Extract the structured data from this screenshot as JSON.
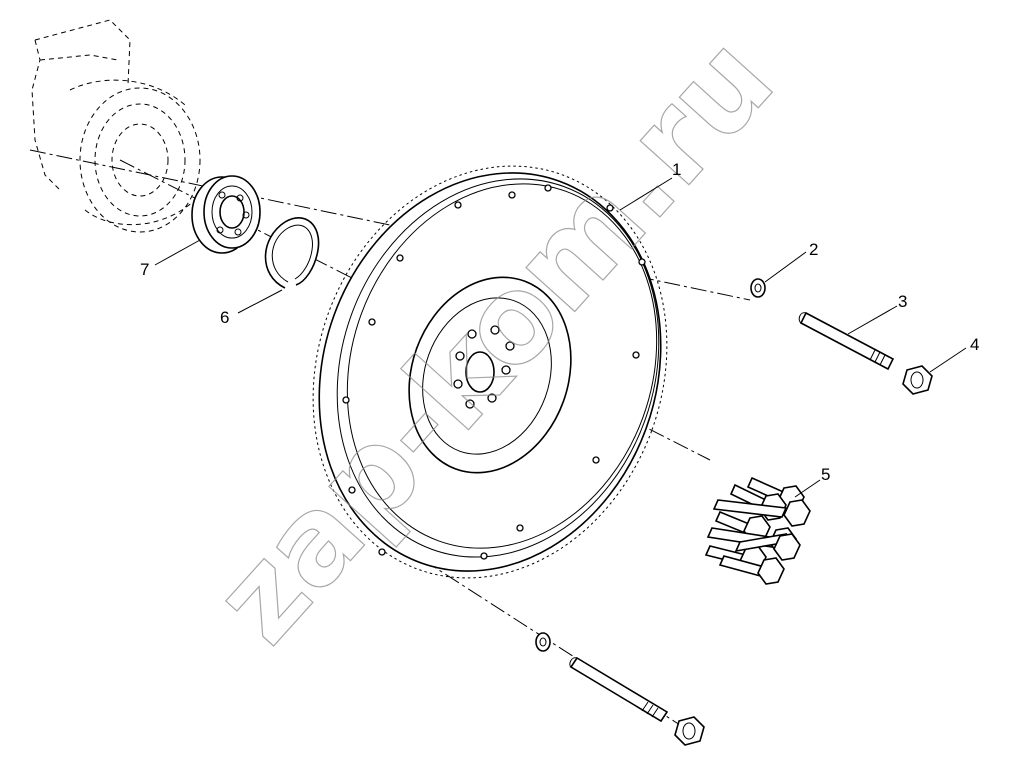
{
  "diagram": {
    "watermark": "zap-kom.ru",
    "callouts": [
      "1",
      "2",
      "3",
      "4",
      "5",
      "6",
      "7"
    ]
  }
}
